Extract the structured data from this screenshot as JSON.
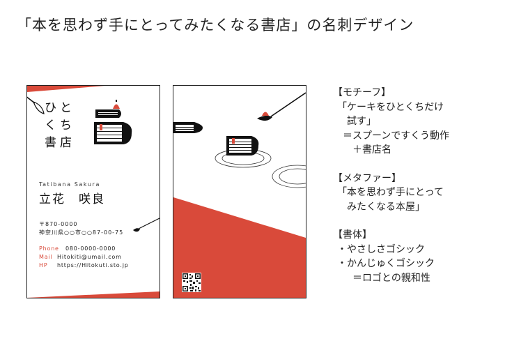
{
  "slide": {
    "title": "「本を思わず手にとってみたくなる書店」の名刺デザイン"
  },
  "front_card": {
    "brand_chars": [
      "ひ",
      "と",
      "く",
      "ち",
      "書",
      "店"
    ],
    "name_reading": "Tatibana Sakura",
    "name": "立花　咲良",
    "postal": "〒870-0000",
    "address": "神奈川県○○市○○87-00-75",
    "contacts": [
      {
        "label": "Phone",
        "value": "080-0000-0000"
      },
      {
        "label": "Mail",
        "value": "Hitokiti@umail.com"
      },
      {
        "label": "HP",
        "value": "https://Hitokuti.sto.jp"
      }
    ]
  },
  "back_card": {
    "qr_label": "QR code"
  },
  "notes": {
    "motif_heading": "【モチーフ】",
    "motif_lines": [
      "「ケーキをひとくちだけ",
      "試す」",
      "＝スプーンですくう動作",
      "＋書店名"
    ],
    "metaphor_heading": "【メタファー】",
    "metaphor_lines": [
      "「本を思わず手にとって",
      "みたくなる本屋」"
    ],
    "typeface_heading": "【書体】",
    "typeface_lines": [
      "・やさしさゴシック",
      "・かんじゅくゴシック",
      "＝ロゴとの親和性"
    ]
  },
  "colors": {
    "accent_red": "#d94a3a",
    "ink": "#222222",
    "background": "#ffffff"
  }
}
